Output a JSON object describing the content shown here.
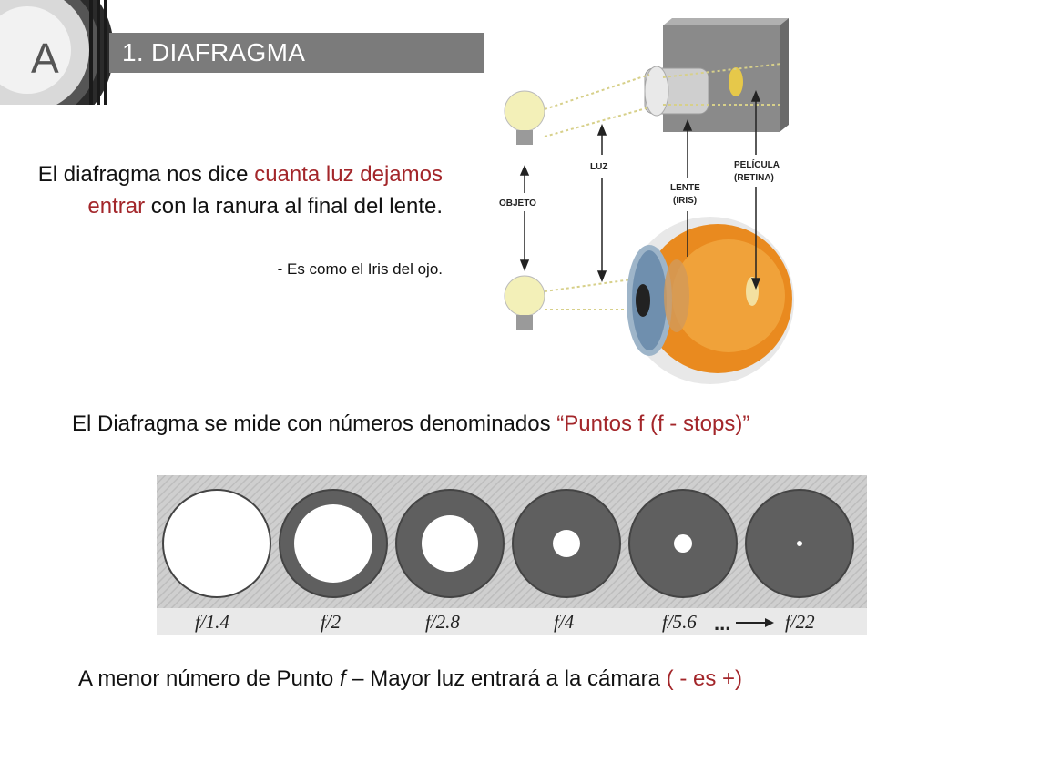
{
  "header": {
    "title": "1. DIAFRAGMA",
    "dial_letters": [
      "A"
    ]
  },
  "intro": {
    "part1": "El diafragma nos dice ",
    "highlight": "cuanta luz dejamos entrar",
    "part2": " con la ranura al final del lente.",
    "note": "- Es como el Iris del ojo."
  },
  "diagram": {
    "labels": {
      "objeto": "OBJETO",
      "luz": "LUZ",
      "lente": "LENTE",
      "iris": "(IRIS)",
      "pelicula": "PELÍCULA",
      "retina": "(RETINA)"
    }
  },
  "line2": {
    "text": "El Diafragma se mide con números denominados ",
    "highlight": "“Puntos f (f - stops)”"
  },
  "fstops": {
    "labels": [
      "f/1.4",
      "f/2",
      "f/2.8",
      "f/4",
      "f/5.6",
      "f/22"
    ],
    "ellipsis": "..."
  },
  "line3": {
    "text_a": "A menor número de Punto ",
    "f": "f",
    "text_b": " – Mayor luz entrará a la cámara ",
    "highlight": "( - es +)"
  },
  "colors": {
    "accent": "#a3262a",
    "title_bar": "#7b7b7b",
    "iris_gray": "#5f5f5f"
  }
}
